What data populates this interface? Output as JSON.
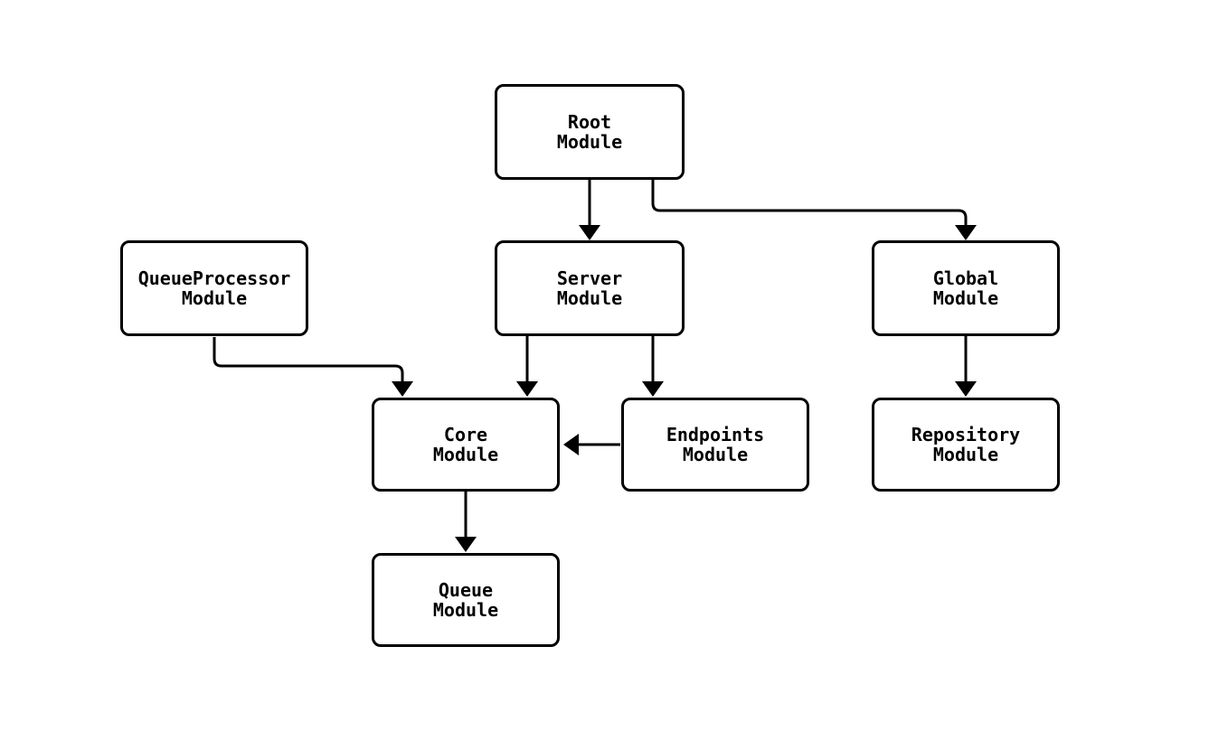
{
  "diagram": {
    "type": "flowchart",
    "background_color": "#ffffff",
    "stroke_color": "#000000",
    "text_color": "#000000",
    "nodes": {
      "root": {
        "line1": "Root",
        "line2": "Module"
      },
      "queueprocessor": {
        "line1": "QueueProcessor",
        "line2": "Module"
      },
      "server": {
        "line1": "Server",
        "line2": "Module"
      },
      "global": {
        "line1": "Global",
        "line2": "Module"
      },
      "core": {
        "line1": "Core",
        "line2": "Module"
      },
      "endpoints": {
        "line1": "Endpoints",
        "line2": "Module"
      },
      "repository": {
        "line1": "Repository",
        "line2": "Module"
      },
      "queue": {
        "line1": "Queue",
        "line2": "Module"
      }
    },
    "edges": [
      {
        "from": "Root Module",
        "to": "Server Module"
      },
      {
        "from": "Root Module",
        "to": "Global Module"
      },
      {
        "from": "QueueProcessor Module",
        "to": "Core Module"
      },
      {
        "from": "Server Module",
        "to": "Core Module"
      },
      {
        "from": "Server Module",
        "to": "Endpoints Module"
      },
      {
        "from": "Endpoints Module",
        "to": "Core Module"
      },
      {
        "from": "Global Module",
        "to": "Repository Module"
      },
      {
        "from": "Core Module",
        "to": "Queue Module"
      }
    ]
  }
}
